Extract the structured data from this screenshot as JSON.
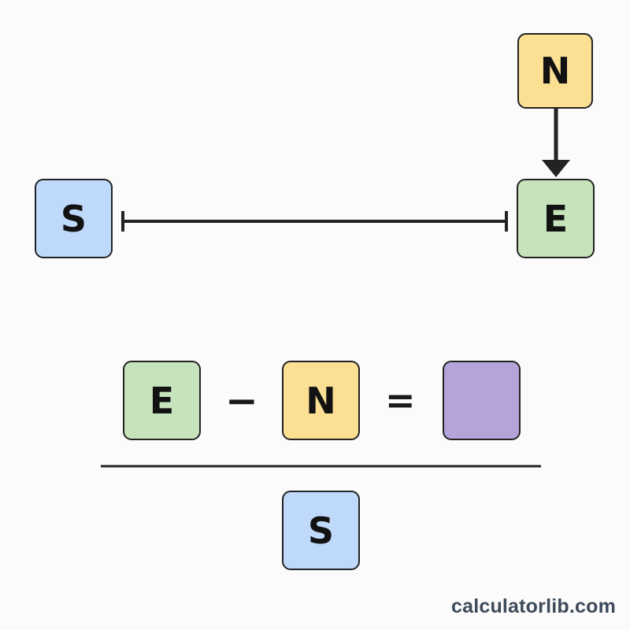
{
  "colors": {
    "s_fill": "#bfd9fb",
    "e_fill": "#c7e3bb",
    "n_fill": "#fbe093",
    "result_fill": "#b5a4d9",
    "stroke": "#232323"
  },
  "diagram": {
    "north_label": "N",
    "source_label": "S",
    "end_label": "E"
  },
  "formula": {
    "term_e": "E",
    "minus": "−",
    "term_n": "N",
    "equals": "=",
    "result": "",
    "denominator": "S"
  },
  "brand": {
    "text": "calculatorlib.com"
  }
}
